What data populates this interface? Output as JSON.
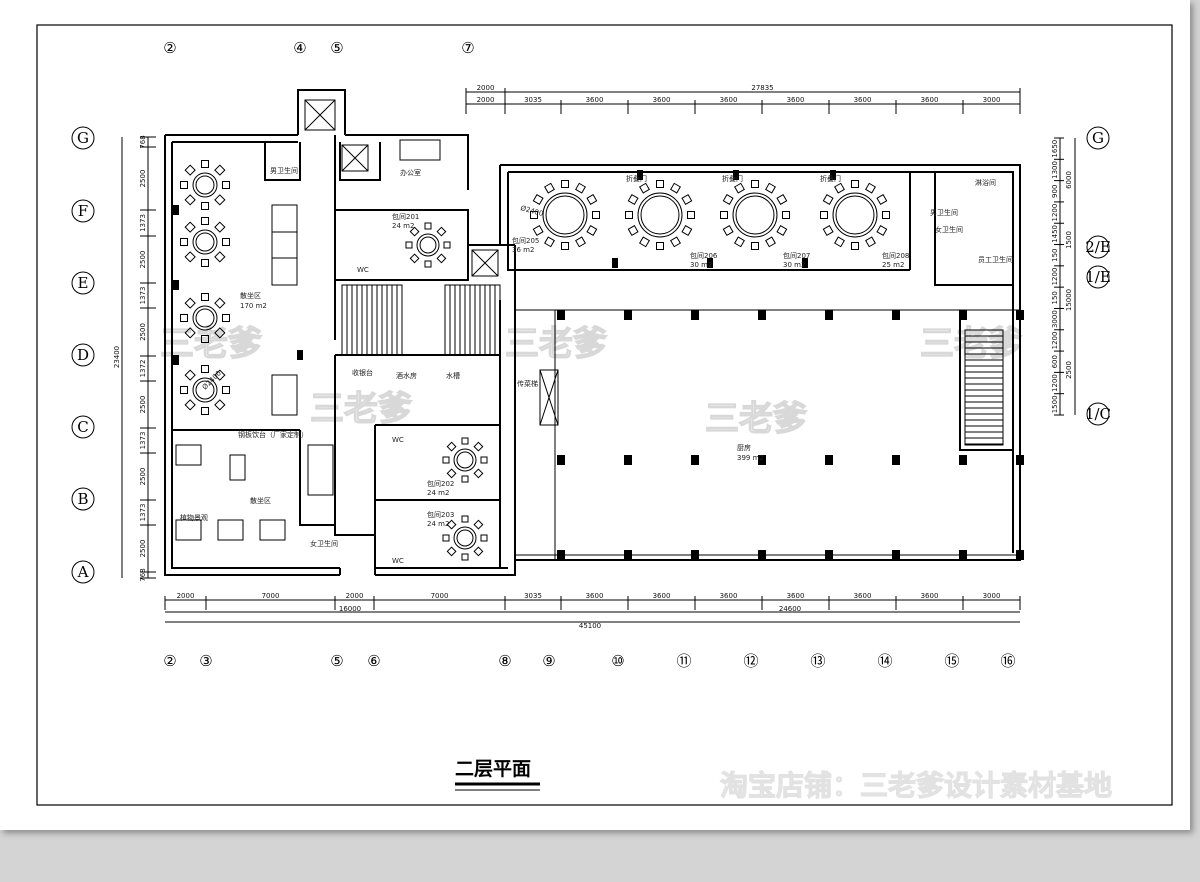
{
  "drawing": {
    "title": "二层平面",
    "watermark": "三老爹",
    "shop_watermark": "淘宝店铺：三老爹设计素材基地"
  },
  "grid": {
    "top": [
      "②",
      "④",
      "⑤",
      "⑦"
    ],
    "bottom": [
      "②",
      "③",
      "⑤",
      "⑥",
      "⑧",
      "⑨",
      "⑩",
      "⑪",
      "⑫",
      "⑬",
      "⑭",
      "⑮",
      "⑯"
    ],
    "left": [
      "G",
      "F",
      "E",
      "D",
      "C",
      "B",
      "A"
    ],
    "right": [
      "G",
      "2/E",
      "1/E",
      "1/C"
    ]
  },
  "dimensions": {
    "top_overall": [
      "2000",
      "27835"
    ],
    "top_segments": [
      "2000",
      "3035",
      "3600",
      "3600",
      "3600",
      "3600",
      "3600",
      "3600",
      "3000"
    ],
    "bottom_segments": [
      "2000",
      "7000",
      "2000",
      "7000",
      "3035",
      "3600",
      "3600",
      "3600",
      "3600",
      "3600",
      "3600",
      "3000"
    ],
    "bottom_subtotals": [
      "16000",
      "24600"
    ],
    "bottom_total": "45100",
    "left_segments": [
      "768",
      "2500",
      "1373",
      "2500",
      "1373",
      "2500",
      "1372",
      "2500",
      "1373",
      "2500",
      "1373",
      "2500",
      "768"
    ],
    "left_total": "23400",
    "right_segments": [
      "1650",
      "1300",
      "900",
      "1200",
      "1450",
      "150",
      "1200",
      "150",
      "3000",
      "1200",
      "600",
      "1200",
      "1500"
    ],
    "right_subtotals": [
      "6000",
      "1500",
      "15000",
      "2500"
    ],
    "table_diameter": "Ø2400"
  },
  "rooms": {
    "mens_wc": "男卫生间",
    "office": "办公室",
    "room201": {
      "name": "包间201",
      "area": "24 m2"
    },
    "seating_main": {
      "name": "散坐区",
      "area": "170 m2"
    },
    "cashier": "收银台",
    "bar": "酒水房",
    "sink": "水槽",
    "dumbwaiter": "传菜梯",
    "kitchen": {
      "name": "厨房",
      "area": "399 m2"
    },
    "room202": {
      "name": "包间202",
      "area": "24 m2"
    },
    "room203": {
      "name": "包间203",
      "area": "24 m2"
    },
    "womens_wc": "女卫生间",
    "seating_2": "散坐区",
    "plants": "植物景观",
    "counter": "钢板饮台（厂家定制）",
    "wc": "WC",
    "room205": {
      "name": "包间205",
      "area": "36 m2"
    },
    "room206": {
      "name": "包间206",
      "area": "30 m2"
    },
    "room207": {
      "name": "包间207",
      "area": "30 m2"
    },
    "room208": {
      "name": "包间208",
      "area": "25 m2"
    },
    "folding_door": "折叠门",
    "mens_wc_2": "男卫生间",
    "womens_wc_2": "女卫生间",
    "shower": "淋浴间",
    "staff_wc": "员工卫生间"
  }
}
